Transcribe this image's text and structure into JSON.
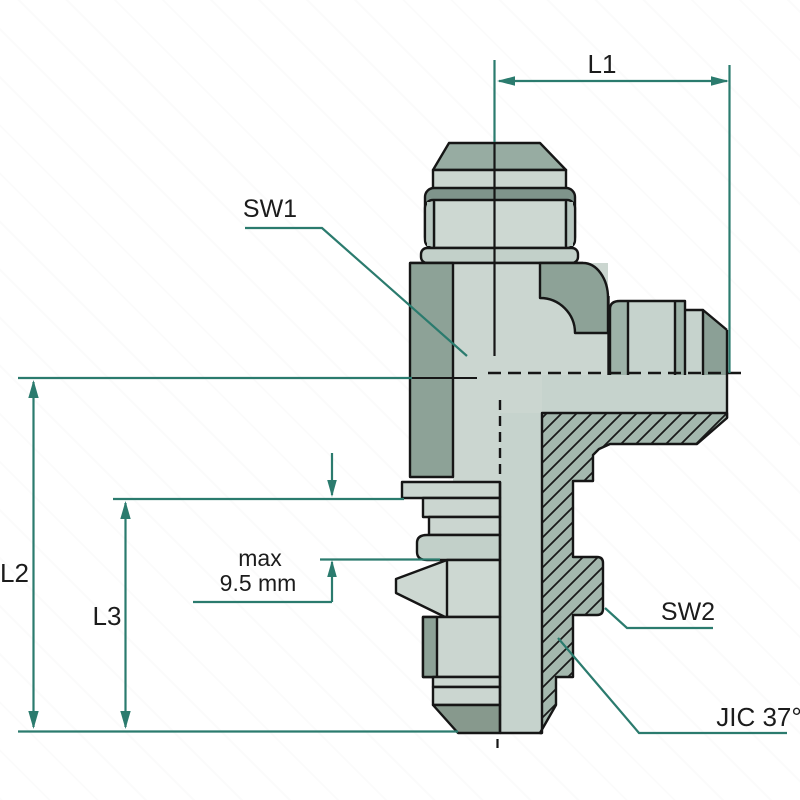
{
  "diagram": {
    "type": "technical-drawing",
    "subject": "JIC 37 degree flare bulkhead run tee fitting, half-section view with dimensions",
    "dimension_labels": {
      "l1": "L1",
      "l2": "L2",
      "l3": "L3",
      "sw1": "SW1",
      "sw2": "SW2",
      "max_note_line1": "max",
      "max_note_line2": "9.5 mm",
      "thread_note": "JIC 37°"
    },
    "colors": {
      "dimension_accent": "#2b7b6e",
      "outline": "#161616",
      "label_text": "#1c1c1c",
      "metal_light": "#cbd6d0",
      "metal_light2": "#c2d0c9",
      "metal_bore": "#c6d3cd",
      "metal_mid": "#9db2a8",
      "metal_dark": "#8da297",
      "metal_darker": "#7f948b",
      "hatch_background": "#a4b8ae",
      "canvas": "#ffffff"
    }
  }
}
